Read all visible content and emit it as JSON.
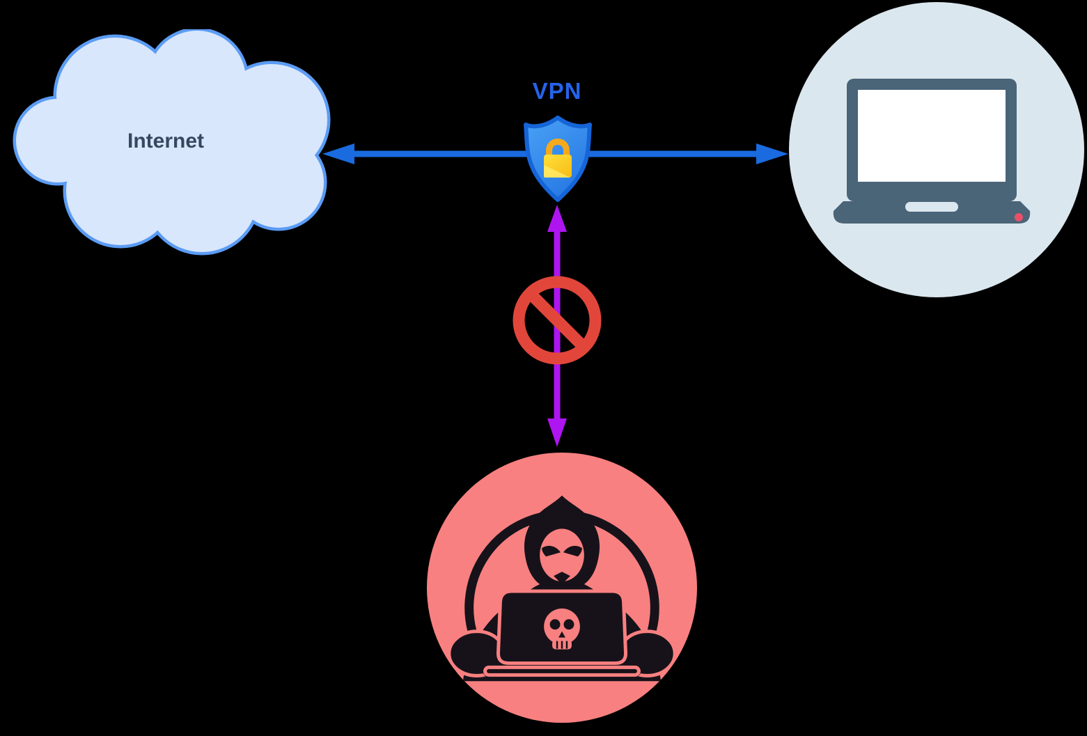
{
  "diagram": {
    "nodes": [
      {
        "id": "internet-cloud",
        "label": "Internet",
        "icon": "cloud-icon"
      },
      {
        "id": "vpn-gateway",
        "label": "VPN",
        "icon": "shield-lock-icon"
      },
      {
        "id": "user-device",
        "label": "",
        "icon": "laptop-icon"
      },
      {
        "id": "attacker",
        "label": "",
        "icon": "hacker-icon"
      }
    ],
    "edges": [
      {
        "from": "vpn-gateway",
        "to": "internet-cloud",
        "type": "arrow"
      },
      {
        "from": "vpn-gateway",
        "to": "user-device",
        "type": "arrow"
      },
      {
        "from": "attacker",
        "to": "vpn-gateway",
        "type": "blocked",
        "badge": "no-entry-icon"
      }
    ]
  },
  "colors": {
    "canvas_bg": "#000000",
    "cloud_fill": "#d9e7fc",
    "cloud_border": "#5b9cf4",
    "internet_text": "#35495e",
    "vpn_text": "#2563eb",
    "arrow_blue": "#1a6be0",
    "arrow_purple": "#ae15f0",
    "shield_border": "#1565d8",
    "shield_fill_top": "#4aa2f5",
    "shield_fill_bottom": "#2679e4",
    "lock_gold": "#f5a91c",
    "lock_body_light": "#ffdf3d",
    "lock_body_dark": "#f7bf17",
    "no_entry_red": "#e2463b",
    "device_circle_bg": "#dbe7ee",
    "device_dark": "#4a6478",
    "device_power_dot": "#e8506a",
    "hacker_circle_bg": "#f98080",
    "hacker_silhouette": "#17121a"
  }
}
